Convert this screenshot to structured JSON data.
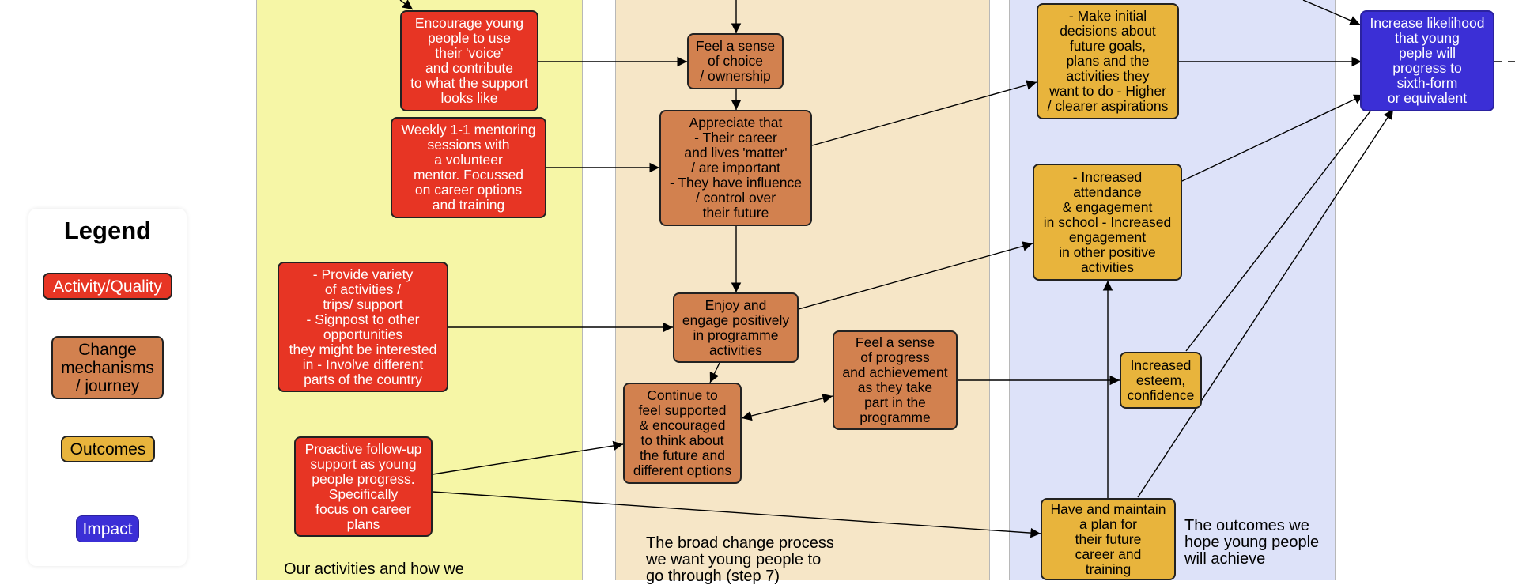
{
  "lanes": {
    "activities_caption": "Our activities and how we",
    "change_caption": "The broad change process\nwe want young people to\ngo through (step 7)",
    "outcomes_caption": "The outcomes we\nhope young people\nwill achieve"
  },
  "nodes": {
    "a_voice": "Encourage young\npeople to use\ntheir 'voice'\nand contribute\nto what the support\nlooks like",
    "a_mentoring": "Weekly 1-1 mentoring\nsessions with\na volunteer\nmentor. Focussed\non career options\nand training",
    "a_variety": "- Provide variety\nof activities /\ntrips/ support\n- Signpost to other\nopportunities\nthey might be interested\nin - Involve different\nparts of the country",
    "a_followup": "Proactive follow-up\nsupport as young\npeople progress.\nSpecifically\nfocus on career\nplans",
    "c_choice": "Feel a sense\nof choice\n/ ownership",
    "c_appreciate": "Appreciate that\n- Their career\nand lives 'matter'\n/ are important\n- They have influence\n/ control over\ntheir future",
    "c_enjoy": "Enjoy and\nengage positively\nin programme\nactivities",
    "c_progress": "Feel a sense\nof progress\nand achievement\nas they take\npart in the\nprogramme",
    "c_supported": "Continue to\nfeel supported\n& encouraged\nto think about\nthe future and\ndifferent options",
    "o_decisions": "- Make initial\ndecisions about\nfuture goals,\nplans and the\nactivities they\nwant to do - Higher\n/ clearer aspirations",
    "o_attendance": "- Increased\nattendance\n& engagement\nin school - Increased\nengagement\nin other positive\nactivities",
    "o_esteem": "Increased\nesteem,\nconfidence",
    "o_plan": "Have and maintain\na plan for\ntheir future\ncareer and\ntraining",
    "i_sixth": "Increase likelihood\nthat young\npeple will\nprogress to\nsixth-form\nor equivalent"
  },
  "legend": {
    "title": "Legend",
    "activity": "Activity/Quality",
    "change": "Change\nmechanisms\n/ journey",
    "outcome": "Outcomes",
    "impact": "Impact"
  },
  "colors": {
    "activity": "#e73524",
    "change": "#d2814f",
    "outcome": "#e8b43c",
    "impact": "#3b2fd6",
    "lane_activities": "#f6f6a6",
    "lane_change": "#f6e6c7",
    "lane_outcomes": "#dde2f9"
  }
}
